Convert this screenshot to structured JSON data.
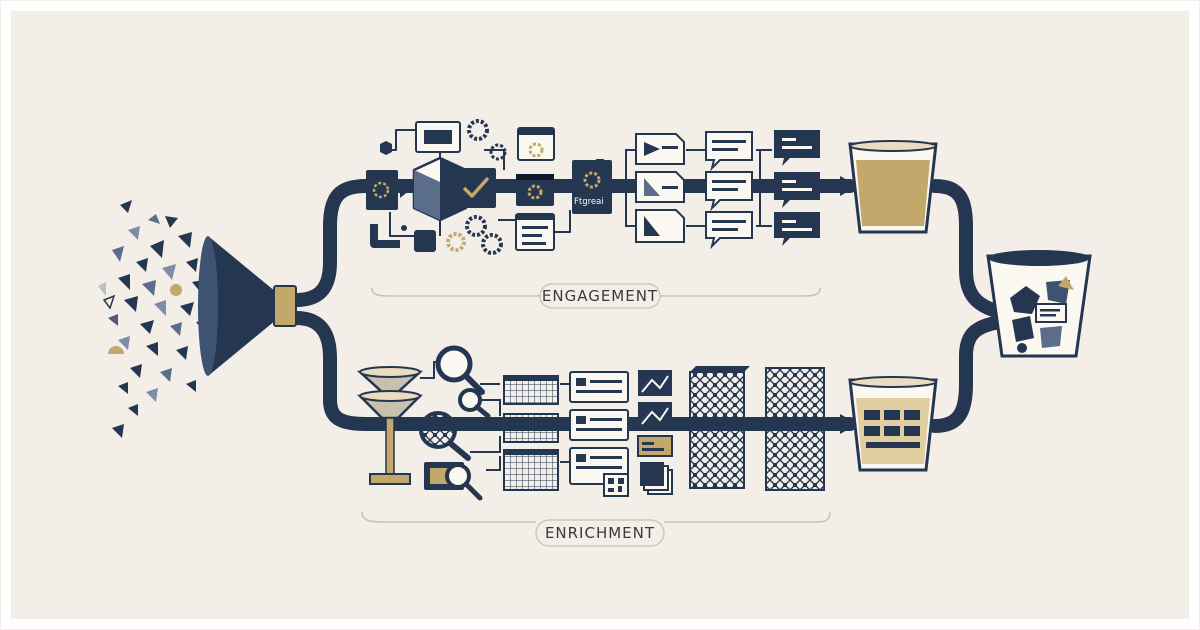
{
  "colors": {
    "background": "#f3efe8",
    "navy": "#253650",
    "gold": "#c2a86a",
    "pale_gold": "#e9dcbf",
    "paper": "#fbf8f2",
    "divider": "#c9c0b0"
  },
  "branches": {
    "top": {
      "label": "ENGAGEMENT"
    },
    "bottom": {
      "label": "ENRICHMENT"
    }
  },
  "nodes": {
    "engagement_tag": "Ftgreai"
  },
  "icons": [
    "funnel-icon",
    "gear-icon",
    "check-icon",
    "magnifier-icon",
    "document-icon",
    "chat-bubble-icon",
    "grid-icon",
    "qr-code-icon",
    "cup-icon"
  ]
}
